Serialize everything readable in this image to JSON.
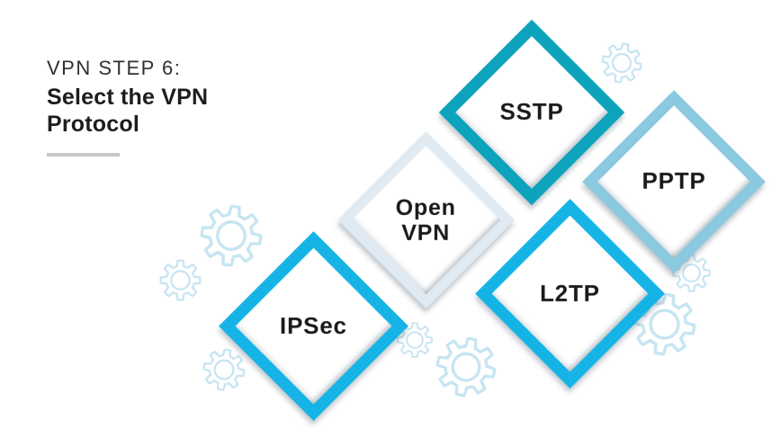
{
  "header": {
    "step_label": "VPN STEP 6:",
    "title": "Select the VPN\nProtocol"
  },
  "diamonds": [
    {
      "id": "sstp",
      "label": "SSTP",
      "border_color": "#0da3bd"
    },
    {
      "id": "pptp",
      "label": "PPTP",
      "border_color": "#8ac9df"
    },
    {
      "id": "openvpn",
      "label": "Open\nVPN",
      "border_color": "#dfeaf3"
    },
    {
      "id": "l2tp",
      "label": "L2TP",
      "border_color": "#16b4e6"
    },
    {
      "id": "ipsec",
      "label": "IPSec",
      "border_color": "#16b4e6"
    }
  ],
  "decor": {
    "gear_icon_color": "#c7e5f2",
    "underline_color": "#c8c8c8"
  }
}
